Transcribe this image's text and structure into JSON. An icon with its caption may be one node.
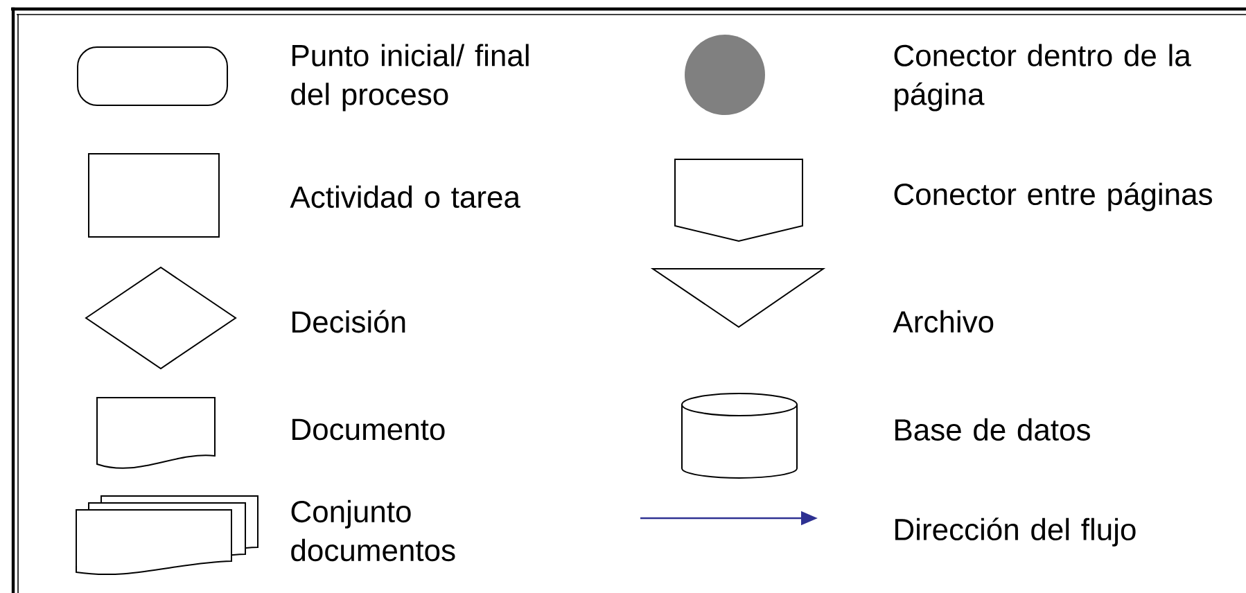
{
  "diagram": {
    "nodes": [
      {
        "text": [],
        "shape": "capsule",
        "beside": [
          "Punto inicial/ final del proceso"
        ]
      },
      {
        "text": [],
        "shape": "circle"
      },
      {
        "text": [],
        "shape": "box",
        "beside": [
          "Actividad o tarea"
        ]
      },
      {
        "text": [],
        "shape": "pentagon",
        "beside": [
          "Conector entre páginas"
        ]
      },
      {
        "text": [],
        "shape": "diamond",
        "beside": [
          "Decisión"
        ]
      },
      {
        "text": [],
        "shape": "triangle",
        "beside": [
          "Archivo"
        ]
      },
      {
        "text": [],
        "shape": "document",
        "beside": [
          "Documento"
        ]
      },
      {
        "text": [],
        "shape": "cylinder",
        "beside": [
          "Base de datos"
        ]
      },
      {
        "text": [],
        "shape": "documents",
        "beside": [
          "Conjunto documentos"
        ]
      }
    ],
    "labels": [
      "Conector dentro de la página"
    ],
    "legend": [
      {
        "text": "Dirección del flujo"
      }
    ]
  }
}
